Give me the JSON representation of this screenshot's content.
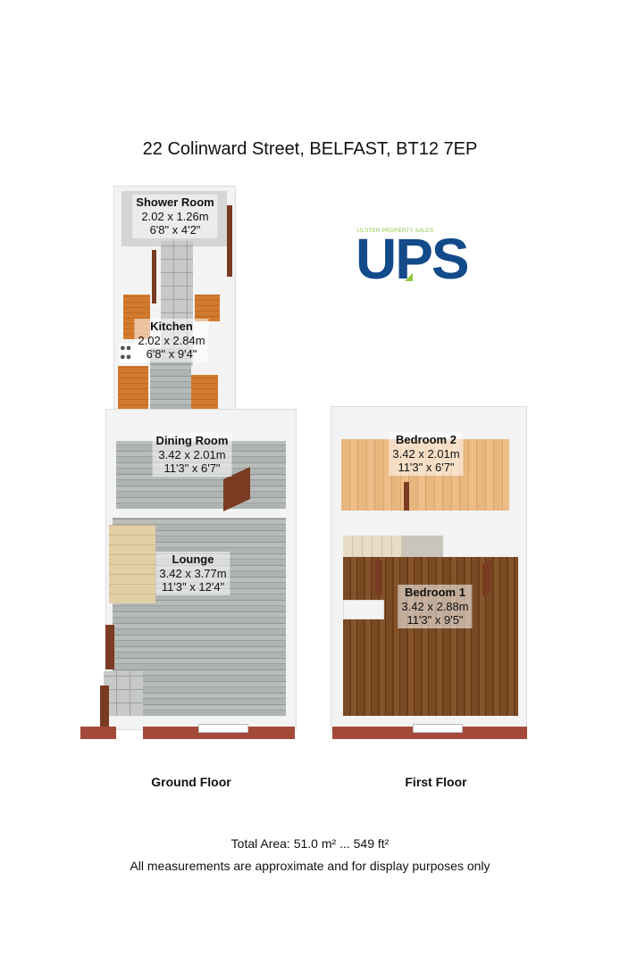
{
  "header": {
    "address": "22 Colinward Street, BELFAST, BT12 7EP"
  },
  "logo": {
    "tagline": "ULSTER PROPERTY SALES",
    "letters": "UPS",
    "color": "#124a8a",
    "accent": "#8dc63f"
  },
  "ground_floor": {
    "name": "Ground Floor",
    "rooms": [
      {
        "name": "Shower Room",
        "metric": "2.02 x 1.26m",
        "imperial": "6'8\" x 4'2\""
      },
      {
        "name": "Kitchen",
        "metric": "2.02 x 2.84m",
        "imperial": "6'8\" x 9'4\""
      },
      {
        "name": "Dining Room",
        "metric": "3.42 x 2.01m",
        "imperial": "11'3\" x 6'7\""
      },
      {
        "name": "Lounge",
        "metric": "3.42 x 3.77m",
        "imperial": "11'3\" x 12'4\""
      }
    ]
  },
  "first_floor": {
    "name": "First Floor",
    "rooms": [
      {
        "name": "Bedroom 2",
        "metric": "3.42 x 2.01m",
        "imperial": "11'3\" x 6'7\""
      },
      {
        "name": "Bedroom 1",
        "metric": "3.42 x 2.88m",
        "imperial": "11'3\" x 9'5\""
      }
    ]
  },
  "footer": {
    "total_area": "Total Area: 51.0 m² ... 549 ft²",
    "disclaimer": "All measurements are approximate and for display purposes only"
  }
}
